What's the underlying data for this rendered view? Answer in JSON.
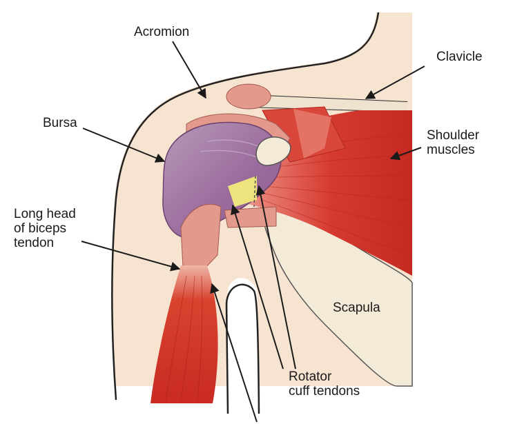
{
  "labels": {
    "acromion": "Acromion",
    "clavicle": "Clavicle",
    "bursa": "Bursa",
    "shoulder_muscles": [
      "Shoulder",
      "muscles"
    ],
    "long_head": [
      "Long head",
      "of biceps",
      "tendon"
    ],
    "scapula": "Scapula",
    "rotator_cuff": [
      "Rotator",
      "cuff tendons"
    ]
  },
  "colors": {
    "skin": "#f6e3d0",
    "skin_outline": "#2a2a2a",
    "muscle": "#d6352b",
    "muscle_light": "#e5766a",
    "tendon": "#e39a8c",
    "bursa": "#9e6d9e",
    "bone": "#f3ead8",
    "rotator_highlight": "#f6f27a"
  }
}
